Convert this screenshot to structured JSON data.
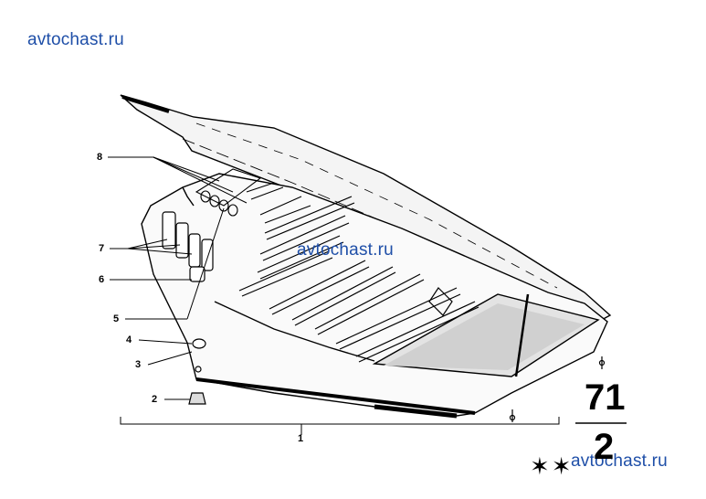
{
  "watermarks": [
    "avtochast.ru",
    "avtochast.ru",
    "avtochast.ru"
  ],
  "callouts": {
    "c1": "1",
    "c2": "2",
    "c3": "3",
    "c4": "4",
    "c5": "5",
    "c6": "6",
    "c7": "7",
    "c8": "8"
  },
  "group": {
    "main": "71",
    "sub": "2"
  },
  "stars": "✶✶",
  "icons": {
    "diagram": "tool-kit-tray-drawing"
  }
}
